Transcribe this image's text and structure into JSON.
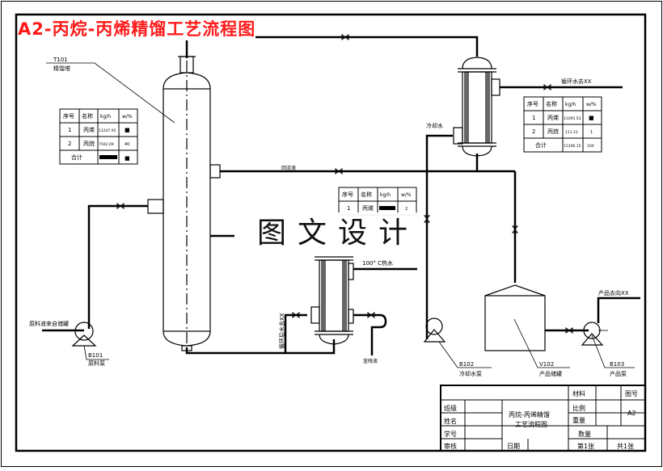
{
  "title": "A2-丙烷-丙烯精馏工艺流程图",
  "watermark": "图文设计",
  "colors": {
    "title": "#ff1a1a",
    "line": "#000000",
    "background": "#ffffff"
  },
  "equipment": {
    "column": {
      "tag": "T101",
      "name": "精馏塔"
    },
    "feed_pump": {
      "tag": "B101",
      "name": "原料泵"
    },
    "cooling_pump": {
      "tag": "B102",
      "name": "冷却水泵"
    },
    "product_tank": {
      "tag": "V102",
      "name": "产品储罐"
    },
    "product_pump": {
      "tag": "B103",
      "name": "产品泵"
    }
  },
  "streams": {
    "feed": "原料液来自储罐",
    "reflux": "回流液",
    "circ_water_out": "循环水去XX",
    "cooling_water": "冷却水",
    "hot_water": "100° C热水",
    "circ_water_back": "循环后水去XX",
    "residue": "釜残液",
    "product_out": "产品去向XX"
  },
  "tables": {
    "headers": [
      "序号",
      "名称",
      "kg/h",
      "w/%"
    ],
    "total_label": "合计",
    "feed_table": {
      "rows": [
        {
          "no": "1",
          "name": "丙烯",
          "kgh": "11247.95",
          "w": "■"
        },
        {
          "no": "2",
          "name": "丙烷",
          "kgh": "7502.09",
          "w": "40"
        }
      ],
      "total": {
        "kgh": "▬",
        "w": "■"
      }
    },
    "top_table": {
      "rows": [
        {
          "no": "1",
          "name": "丙烯",
          "kgh": "11095.53",
          "w": "■"
        },
        {
          "no": "2",
          "name": "丙烷",
          "kgh": "111.15",
          "w": "1"
        }
      ],
      "total": {
        "kgh": "11206.15",
        "w": "100"
      }
    },
    "bottom_table": {
      "rows": [
        {
          "no": "1",
          "name": "丙烯",
          "kgh": "▬",
          "w": "2"
        }
      ]
    }
  },
  "title_block": {
    "material_label": "材料",
    "drawing_no_label": "图号",
    "class_label": "班级",
    "scale_label": "比例",
    "drawing_no_value": "A2",
    "name_label": "姓名",
    "weight_label": "重量",
    "drawing_title_line1": "丙烷-丙烯精馏",
    "drawing_title_line2": "工艺流程图",
    "student_no_label": "学号",
    "quantity_label": "数量",
    "review_label": "审核",
    "date_label": "日期",
    "sheet_label": "第1张",
    "total_sheets_label": "共1张"
  }
}
